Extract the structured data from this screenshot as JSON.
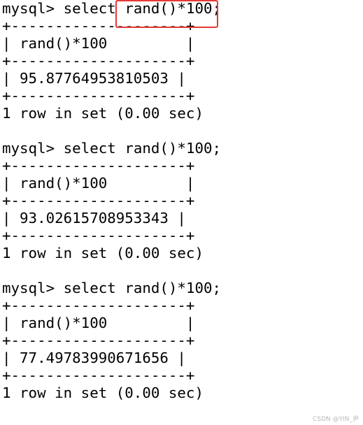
{
  "queries": [
    {
      "prompt": "mysql> ",
      "keyword": "select ",
      "expression": "rand()*100;",
      "border": "+--------------------+",
      "header_row": "| rand()*100         |",
      "value_row": "| 95.87764953810503 |",
      "footer": "1 row in set (0.00 sec)"
    },
    {
      "prompt": "mysql> ",
      "keyword": "select ",
      "expression": "rand()*100;",
      "border": "+--------------------+",
      "header_row": "| rand()*100         |",
      "value_row": "| 93.02615708953343 |",
      "footer": "1 row in set (0.00 sec)"
    },
    {
      "prompt": "mysql> ",
      "keyword": "select ",
      "expression": "rand()*100;",
      "border": "+--------------------+",
      "header_row": "| rand()*100         |",
      "value_row": "| 77.49783990671656 |",
      "footer": "1 row in set (0.00 sec)"
    }
  ],
  "highlight_color": "#e53935",
  "watermark": "CSDN @YIN_尹"
}
